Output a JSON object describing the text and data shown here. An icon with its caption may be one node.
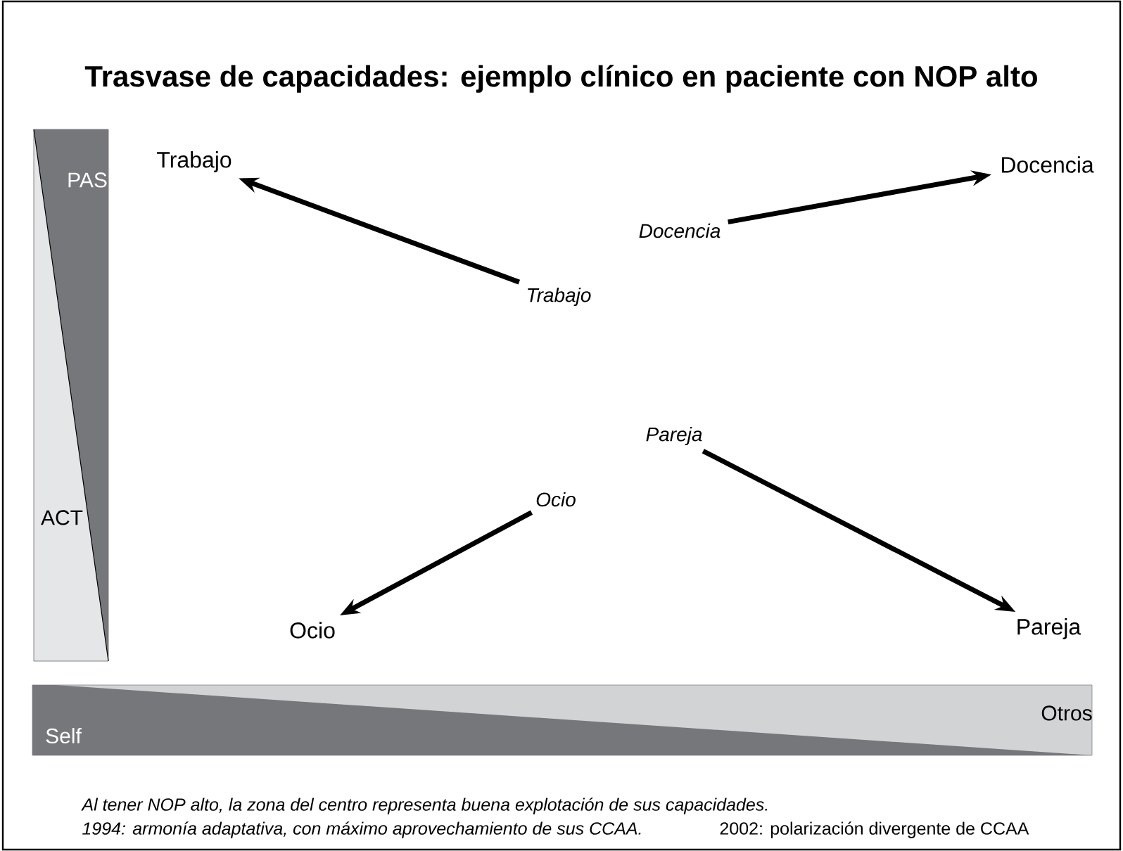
{
  "diagram": {
    "title": "Trasvase de capacidades: ejemplo clínico en paciente con NOP alto",
    "nodes": [
      {
        "text": [
          "Trabajo"
        ]
      },
      {
        "text": [
          "Docencia"
        ]
      },
      {
        "text": [
          "Docencia"
        ]
      },
      {
        "text": [
          "Trabajo"
        ]
      },
      {
        "text": [
          "Pareja"
        ]
      },
      {
        "text": [
          "Ocio"
        ]
      },
      {
        "text": [
          "Ocio"
        ]
      },
      {
        "text": [
          "Pareja"
        ]
      }
    ],
    "edges": [
      {
        "from": 3,
        "to": 0,
        "arrow": "to"
      },
      {
        "from": 2,
        "to": 1,
        "arrow": "to"
      },
      {
        "from": 4,
        "to": 7,
        "arrow": "to"
      },
      {
        "from": 5,
        "to": 6,
        "arrow": "to"
      }
    ],
    "labels": [
      "PAS",
      "ACT",
      "Otros",
      "Self",
      "Al tener NOP alto, la zona del centro representa buena explotación de sus capacidades.",
      "1994: armonía adaptativa, con máximo aprovechamiento de sus CCAA.",
      "2002: polarización divergente de CCAA"
    ]
  }
}
